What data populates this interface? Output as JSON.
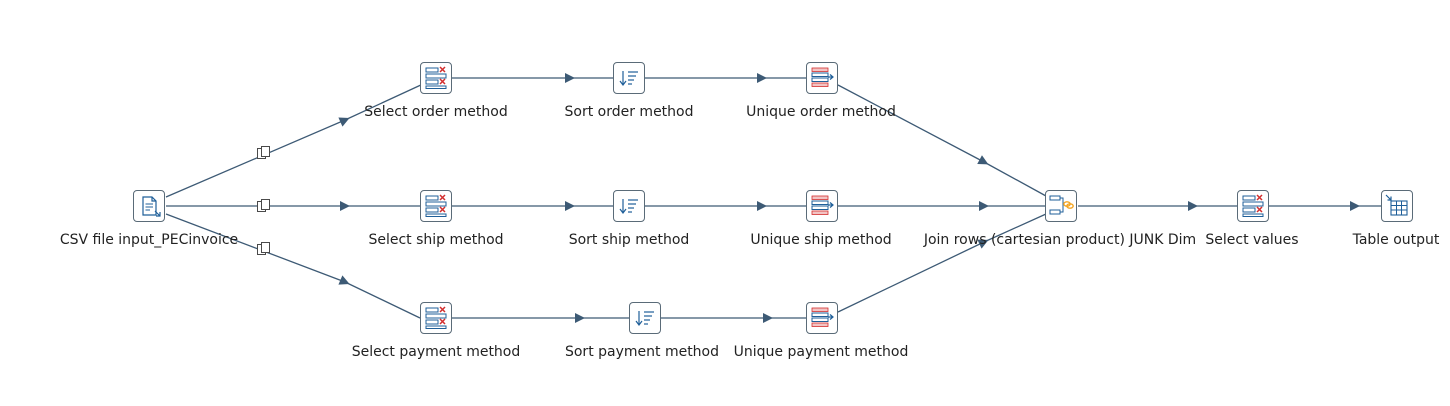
{
  "steps": {
    "csv": {
      "label": "CSV file input_PECinvoice",
      "icon": "csv-file-input-icon"
    },
    "sel_order": {
      "label": "Select order method",
      "icon": "select-values-icon"
    },
    "sort_order": {
      "label": "Sort order method",
      "icon": "sort-rows-icon"
    },
    "uniq_order": {
      "label": "Unique order method",
      "icon": "unique-rows-icon"
    },
    "sel_ship": {
      "label": "Select ship method",
      "icon": "select-values-icon"
    },
    "sort_ship": {
      "label": "Sort ship method",
      "icon": "sort-rows-icon"
    },
    "uniq_ship": {
      "label": "Unique ship method",
      "icon": "unique-rows-icon"
    },
    "sel_pay": {
      "label": "Select payment method",
      "icon": "select-values-icon"
    },
    "sort_pay": {
      "label": "Sort payment method",
      "icon": "sort-rows-icon"
    },
    "uniq_pay": {
      "label": "Unique payment method",
      "icon": "unique-rows-icon"
    },
    "join": {
      "label": "Join rows (cartesian product) JUNK Dim",
      "icon": "join-rows-icon"
    },
    "sel_values": {
      "label": "Select values",
      "icon": "select-values-icon"
    },
    "table_out": {
      "label": "Table output",
      "icon": "table-output-icon"
    }
  },
  "colors": {
    "hop": "#3d5a75",
    "box_border": "#5a6b78",
    "icon_blue": "#1f5f99",
    "icon_red": "#d32f2f",
    "icon_orange": "#f5a623",
    "label": "#222222"
  }
}
